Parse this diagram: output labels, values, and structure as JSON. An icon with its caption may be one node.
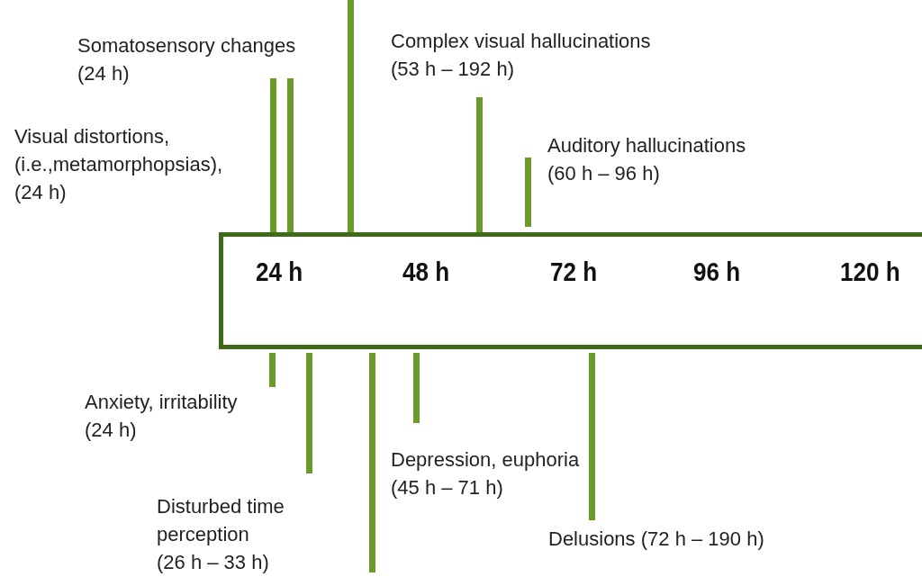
{
  "diagram": {
    "labels": [
      "Somatosensory changes (24 h)",
      "Complex visual hallucinations (53 h – 192 h)",
      "Visual distortions, (i.e.,metamorphopsias), (24 h)",
      "Auditory hallucinations (60 h – 96 h)",
      "24 h",
      "48 h",
      "72 h",
      "96 h",
      "120 h",
      "Anxiety, irritability (24 h)",
      "Depression, euphoria (45 h – 71 h)",
      "Disturbed time perception (26 h – 33 h)",
      "Delusions (72 h – 190 h)"
    ]
  }
}
